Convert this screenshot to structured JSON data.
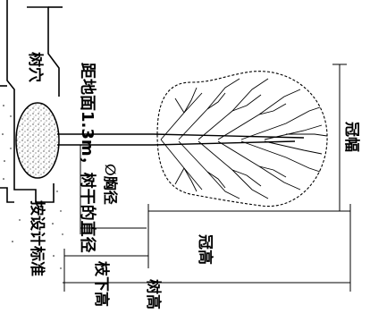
{
  "labels": {
    "tree_pit": "树穴",
    "trunk_height": "距地面1.3m，树干的直径",
    "dbh": "∅胸径",
    "per_design": "按设计标准",
    "crown_width": "冠幅",
    "crown_height": "冠高",
    "clear_height": "枝下高",
    "tree_height": "树高"
  },
  "colors": {
    "line": "#000000",
    "background": "#ffffff"
  }
}
